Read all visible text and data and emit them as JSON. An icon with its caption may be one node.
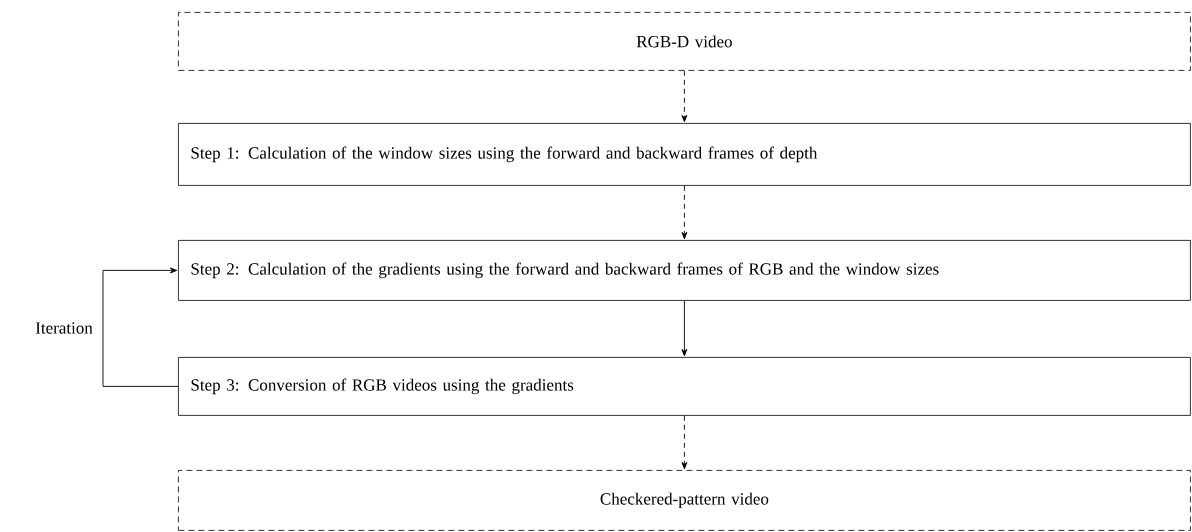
{
  "diagram": {
    "nodes": [
      {
        "text": [
          "RGB-D video"
        ]
      },
      {
        "text": [
          "Step 1: Calculation of the window sizes using the forward and backward frames of depth"
        ]
      },
      {
        "text": [
          "Step 2: Calculation of the gradients using the forward and backward frames of RGB and the window sizes"
        ]
      },
      {
        "text": [
          "Step 3: Conversion of RGB videos using the gradients"
        ]
      },
      {
        "text": [
          "Checkered-pattern video"
        ]
      }
    ],
    "edges": [
      {
        "from": 0,
        "to": 1,
        "arrow": "to",
        "style": "dashed"
      },
      {
        "from": 1,
        "to": 2,
        "arrow": "to",
        "style": "dashed"
      },
      {
        "from": 2,
        "to": 3,
        "arrow": "to"
      },
      {
        "from": 3,
        "to": 2,
        "arrow": "to",
        "label": "Iteration"
      },
      {
        "from": 3,
        "to": 4,
        "arrow": "to",
        "style": "dashed"
      }
    ]
  }
}
